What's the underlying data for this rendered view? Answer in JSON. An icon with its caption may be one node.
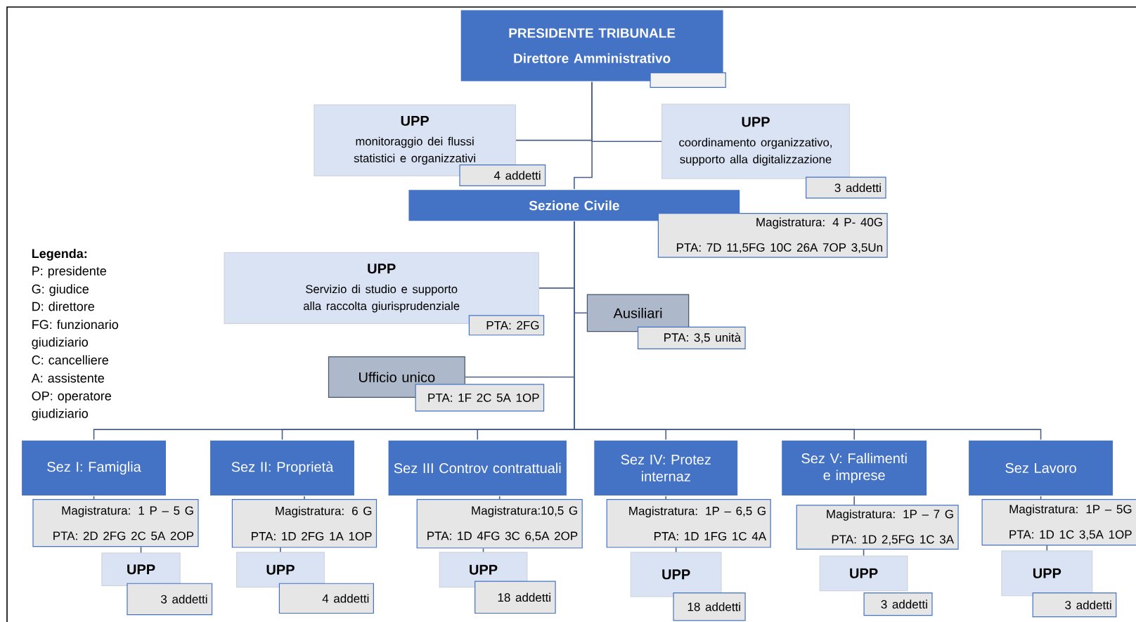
{
  "diagram": {
    "nodes": [
      {
        "text": [
          "PRESIDENTE TRIBUNALE",
          "Direttore Amministrativo"
        ]
      },
      {
        "text": [],
        "shape": "box"
      },
      {
        "text": [
          "UPP",
          "monitoraggio dei flussi statistici e organizzativi"
        ]
      },
      {
        "text": [
          "4 addetti"
        ]
      },
      {
        "text": [
          "UPP",
          "coordinamento organizzativo, supporto alla digitalizzazione"
        ]
      },
      {
        "text": [
          "3 addetti"
        ]
      },
      {
        "text": [
          "Sezione Civile"
        ]
      },
      {
        "text": [
          "Magistratura: 4 P- 40G",
          "PTA: 7D 11,5FG 10C 26A 7OP 3,5Un"
        ]
      },
      {
        "text": [
          "UPP",
          "Servizio di studio e supporto alla raccolta giurisprudenziale"
        ]
      },
      {
        "text": [
          "PTA: 2FG"
        ]
      },
      {
        "text": [
          "Ausiliari"
        ]
      },
      {
        "text": [
          "PTA: 3,5 unità"
        ]
      },
      {
        "text": [
          "Ufficio unico"
        ]
      },
      {
        "text": [
          "PTA: 1F 2C 5A 1OP"
        ]
      },
      {
        "text": [
          "Sez I: Famiglia"
        ]
      },
      {
        "text": [
          "Magistratura: 1 P – 5 G",
          "PTA: 2D 2FG 2C 5A 2OP"
        ]
      },
      {
        "text": [
          "UPP"
        ]
      },
      {
        "text": [
          "3 addetti"
        ]
      },
      {
        "text": [
          "Sez II: Proprietà"
        ]
      },
      {
        "text": [
          "Magistratura: 6 G",
          "PTA: 1D 2FG 1A 1OP"
        ]
      },
      {
        "text": [
          "UPP"
        ]
      },
      {
        "text": [
          "4 addetti"
        ]
      },
      {
        "text": [
          "Sez III Controv contrattuali"
        ]
      },
      {
        "text": [
          "Magistratura:10,5 G",
          "PTA: 1D 4FG 3C 6,5A 2OP"
        ]
      },
      {
        "text": [
          "UPP"
        ]
      },
      {
        "text": [
          "18 addetti"
        ]
      },
      {
        "text": [
          "Sez IV: Protez internaz"
        ]
      },
      {
        "text": [
          "Magistratura: 1P – 6,5 G",
          "PTA: 1D 1FG 1C 4A"
        ]
      },
      {
        "text": [
          "UPP"
        ]
      },
      {
        "text": [
          "18 addetti"
        ]
      },
      {
        "text": [
          "Sez V: Fallimenti e imprese"
        ]
      },
      {
        "text": [
          "Magistratura: 1P – 7 G",
          "PTA: 1D 2,5FG 1C 3A"
        ]
      },
      {
        "text": [
          "UPP"
        ]
      },
      {
        "text": [
          "3 addetti"
        ]
      },
      {
        "text": [
          "Sez Lavoro"
        ]
      },
      {
        "text": [
          "Magistratura: 1P – 5G",
          "PTA: 1D 1C 3,5A 1OP"
        ]
      },
      {
        "text": [
          "UPP"
        ]
      },
      {
        "text": [
          "3 addetti"
        ]
      }
    ],
    "edges": [
      {
        "from": 0,
        "to": 2,
        "arrow": "none"
      },
      {
        "from": 0,
        "to": 4,
        "arrow": "none"
      },
      {
        "from": 0,
        "to": 6,
        "arrow": "none"
      },
      {
        "from": 6,
        "to": 8,
        "arrow": "none"
      },
      {
        "from": 6,
        "to": 10,
        "arrow": "none"
      },
      {
        "from": 6,
        "to": 12,
        "arrow": "none"
      },
      {
        "from": 6,
        "to": 14,
        "arrow": "none"
      },
      {
        "from": 6,
        "to": 18,
        "arrow": "none"
      },
      {
        "from": 6,
        "to": 22,
        "arrow": "none"
      },
      {
        "from": 6,
        "to": 26,
        "arrow": "none"
      },
      {
        "from": 6,
        "to": 30,
        "arrow": "none"
      },
      {
        "from": 6,
        "to": 34,
        "arrow": "none"
      },
      {
        "from": 14,
        "to": 15,
        "arrow": "none"
      },
      {
        "from": 15,
        "to": 16,
        "arrow": "none"
      },
      {
        "from": 18,
        "to": 19,
        "arrow": "none"
      },
      {
        "from": 19,
        "to": 20,
        "arrow": "none"
      },
      {
        "from": 22,
        "to": 23,
        "arrow": "none"
      },
      {
        "from": 23,
        "to": 24,
        "arrow": "none"
      },
      {
        "from": 26,
        "to": 27,
        "arrow": "none"
      },
      {
        "from": 27,
        "to": 28,
        "arrow": "none"
      },
      {
        "from": 30,
        "to": 31,
        "arrow": "none"
      },
      {
        "from": 31,
        "to": 32,
        "arrow": "none"
      },
      {
        "from": 34,
        "to": 35,
        "arrow": "none"
      },
      {
        "from": 35,
        "to": 36,
        "arrow": "none"
      }
    ],
    "labels": [
      "Legenda:",
      "P: presidente",
      "G: giudice",
      "D: direttore",
      "FG: funzionario giudiziario",
      "C: cancelliere",
      "A: assistente",
      "OP: operatore giudiziario"
    ]
  }
}
